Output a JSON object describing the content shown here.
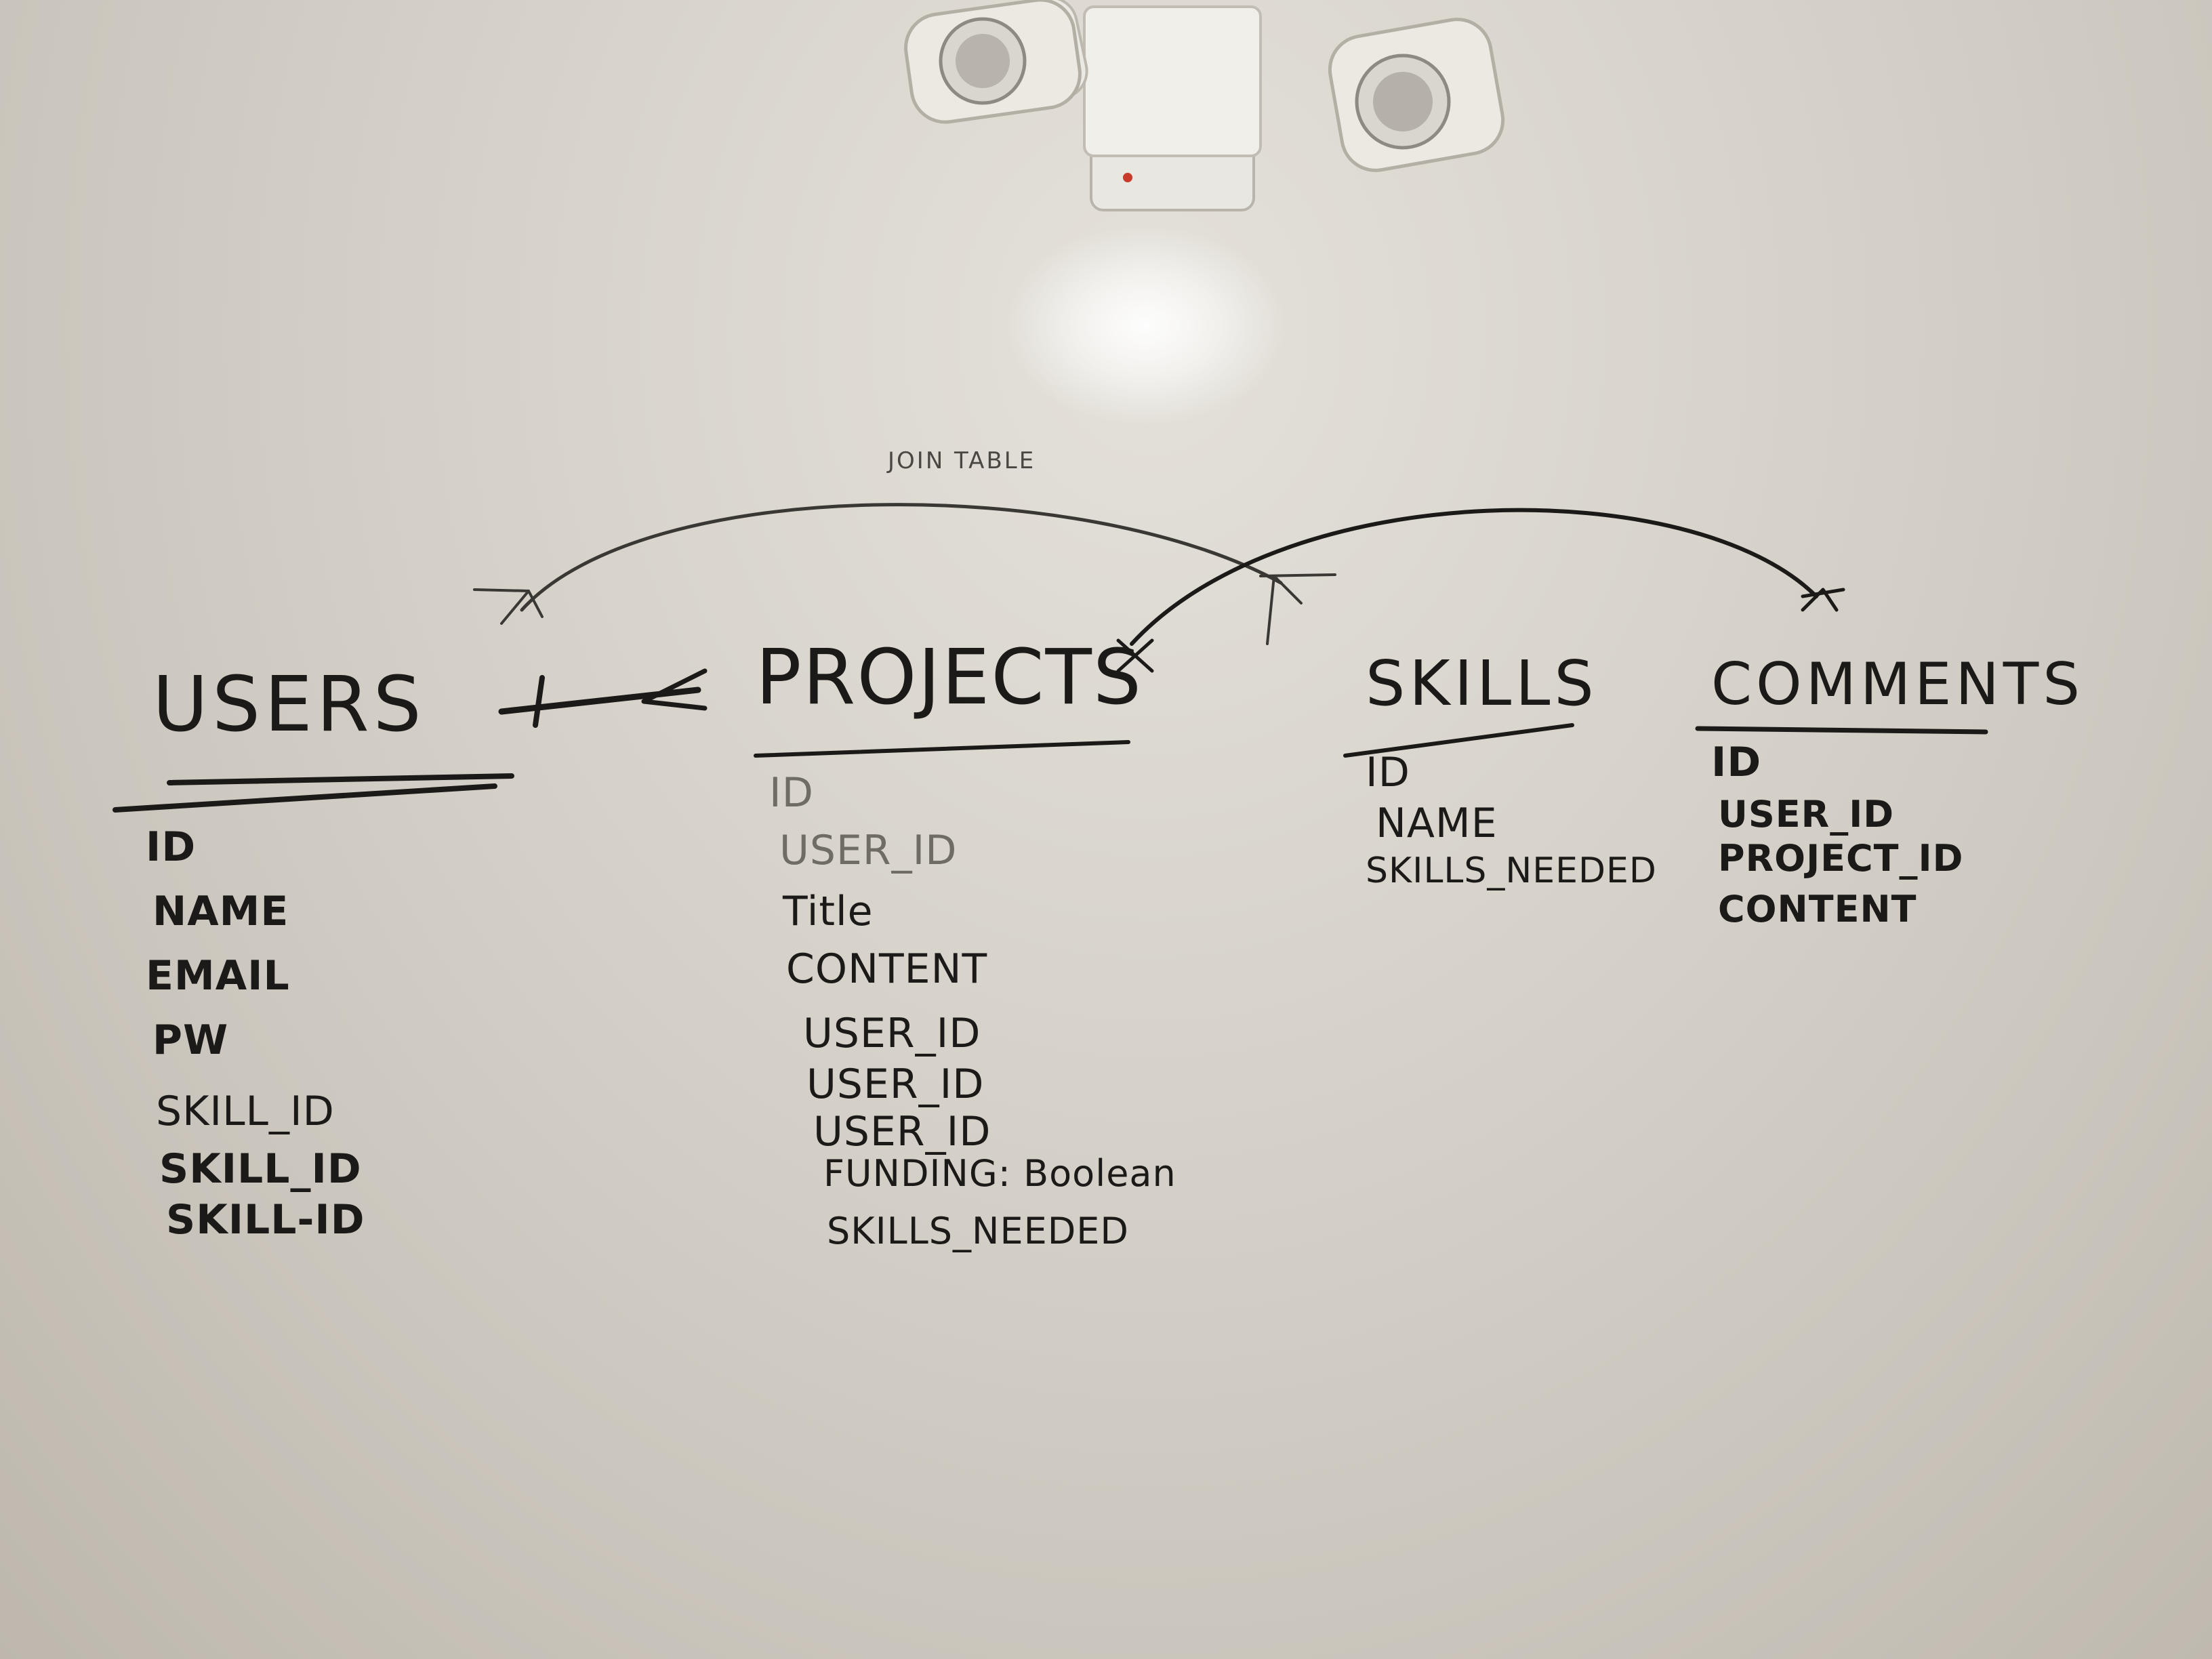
{
  "diagram": {
    "note_top": "JOIN TABLE",
    "tables": [
      {
        "title": "USERS",
        "fields": [
          "ID",
          "NAME",
          "EMAIL",
          "PW",
          "SKILL_ID",
          "SKILL_ID",
          "SKILL-ID"
        ]
      },
      {
        "title": "PROJECTS",
        "fields": [
          "ID",
          "USER_ID",
          "Title",
          "CONTENT",
          "USER_ID",
          "USER_ID",
          "USER_ID",
          "FUNDING: Boolean",
          "SKILLS_NEEDED"
        ]
      },
      {
        "title": "SKILLS",
        "fields": [
          "ID",
          "NAME",
          "SKILLS_NEEDED"
        ]
      },
      {
        "title": "COMMENTS",
        "fields": [
          "ID",
          "USER_ID",
          "PROJECT_ID",
          "CONTENT"
        ]
      }
    ]
  },
  "colors": {
    "ink": "#1b1a18",
    "faded_ink": "#6f6b65",
    "board": "#d8d4cc"
  }
}
